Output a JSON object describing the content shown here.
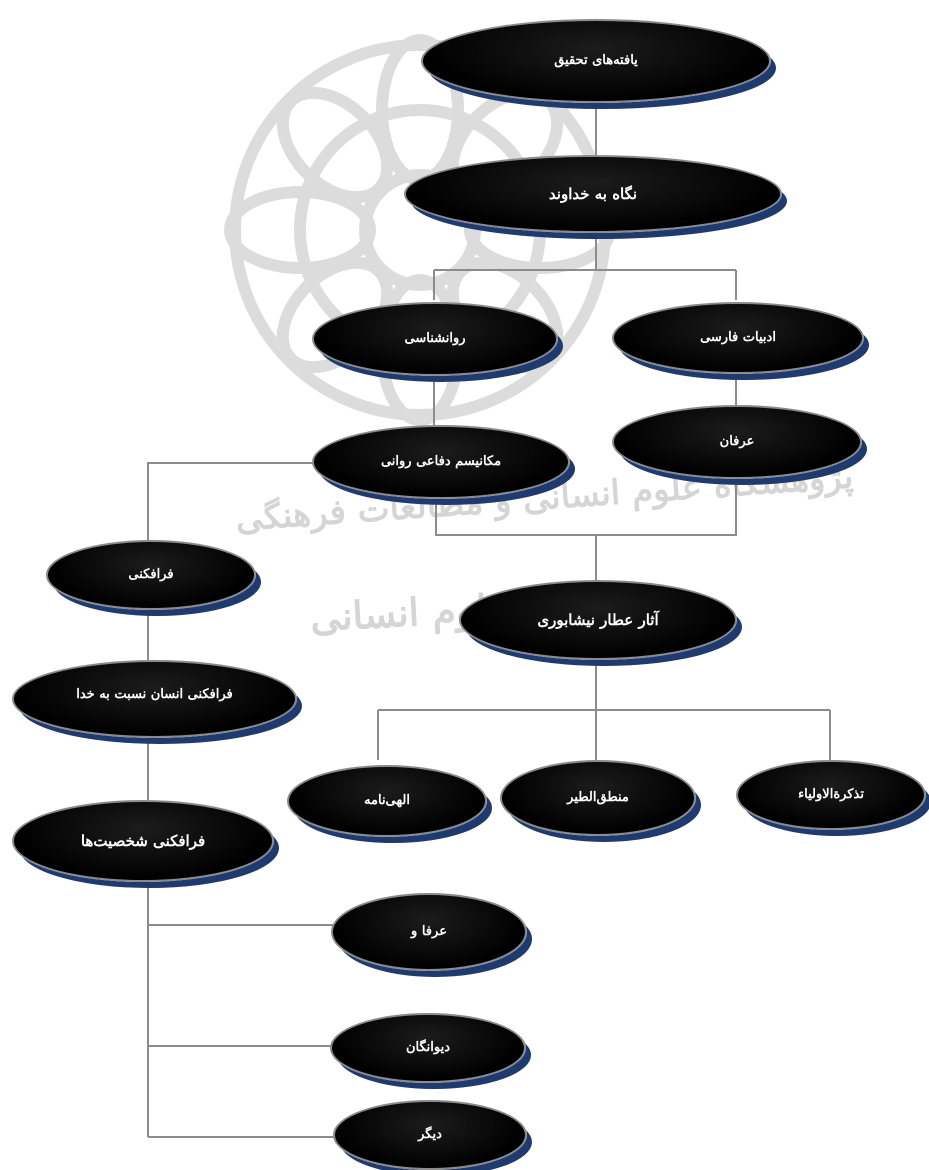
{
  "watermark": {
    "line1": "پژوهشگاه علوم انسانی و مطالعات فرهنگی",
    "line2": "پرتال جامع علوم انسانی"
  },
  "nodes": {
    "yaftehaye_tahghigh": "یافته‌های تحقیق",
    "negah_be_khodavand": "نگاه به خداوند",
    "ravanshenasi": "روانشناسی",
    "adabiyat_farsi": "ادبیات فارسی",
    "mekanism_defaei": "مکانیسم دفاعی روانی",
    "erfan": "عرفان",
    "farafekani": "فرافکنی",
    "asar_attar": "آثار عطار نیشابوری",
    "farafekani_ensan": "فرافکنی انسان نسبت به خدا",
    "elahinameh": "الهی‌نامه",
    "manteghotteir": "منطق‌الطیر",
    "tazkerat": "تذکرةالاولیاء",
    "farafekani_shakhsiyatha": "فرافکنی شخصیت‌ها",
    "orafa": "عرفا و",
    "divanegan": "دیوانگان",
    "digar": "دیگر"
  },
  "colors": {
    "node_fill": "#000000",
    "node_border": "#8a8a8a",
    "node_shadow": "#1e3a6e",
    "connector": "#8c8c8c",
    "watermark": "#d5d5d5"
  }
}
